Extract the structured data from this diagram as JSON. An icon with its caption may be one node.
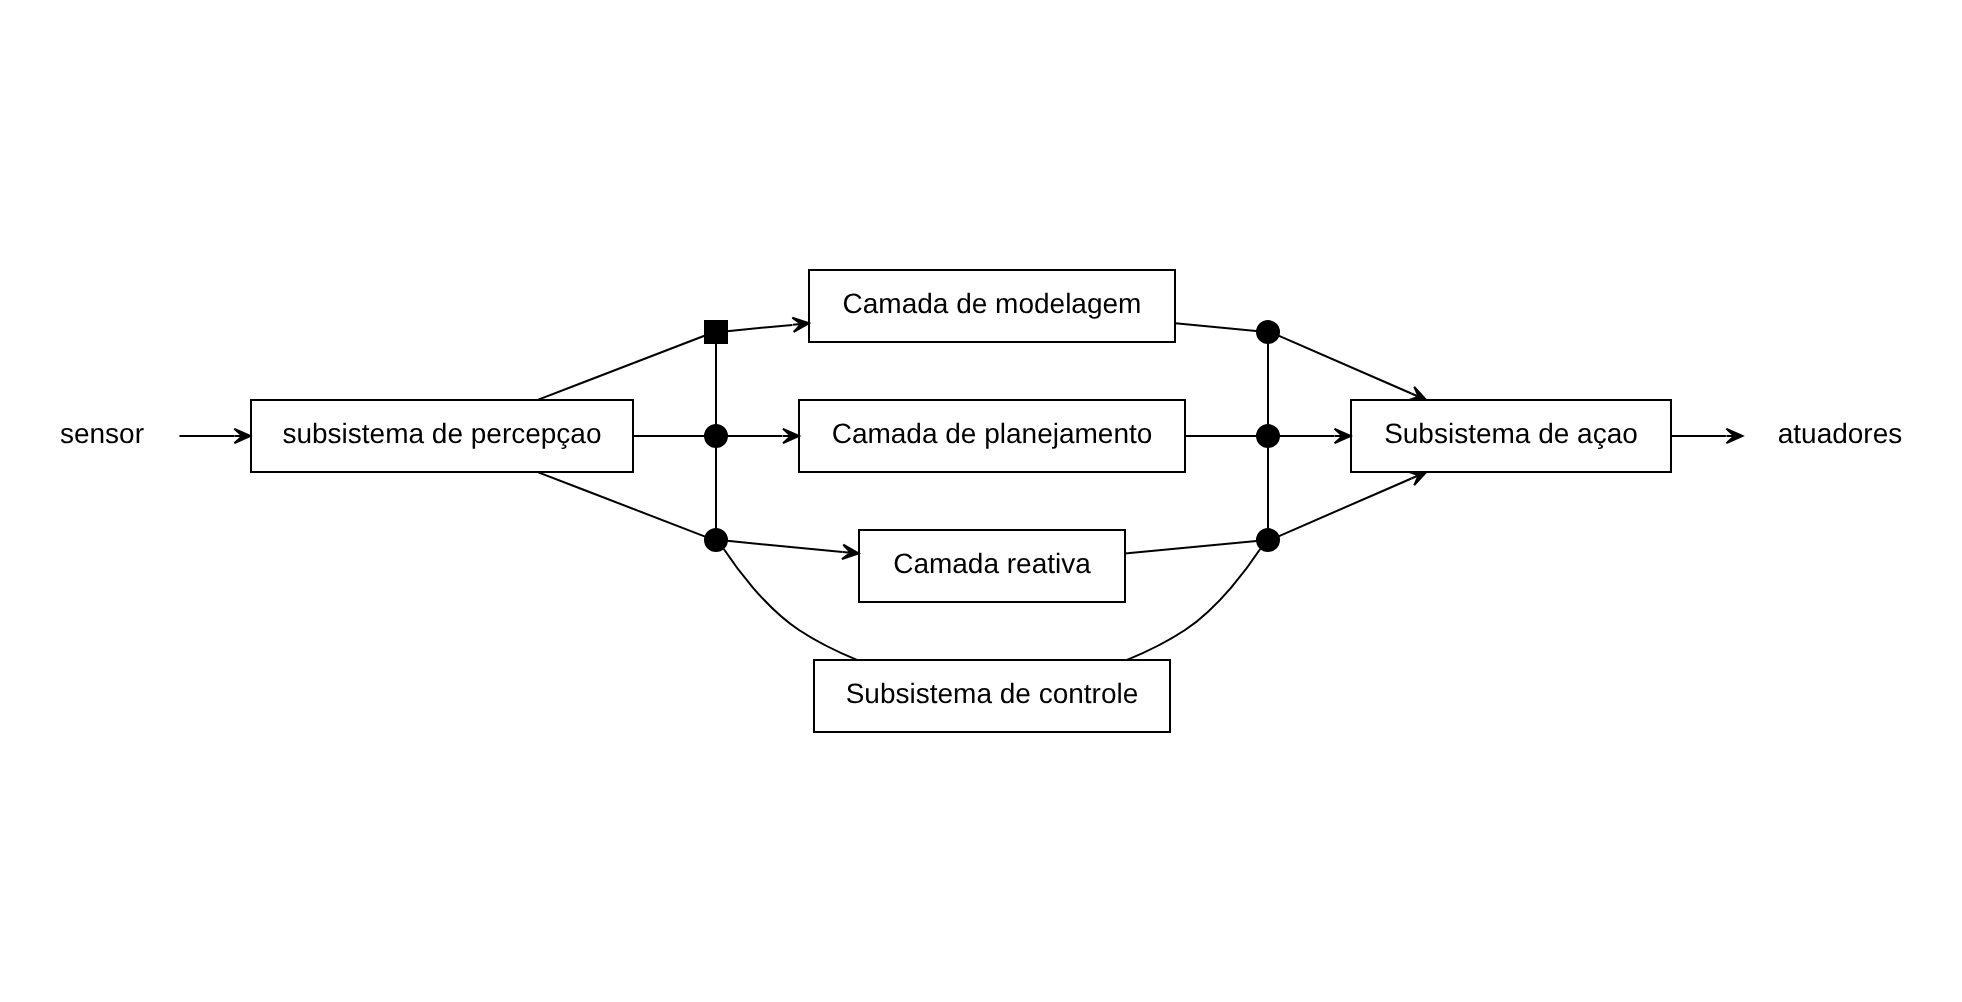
{
  "diagram": {
    "nodes": [
      {
        "text": [
          "sensor"
        ]
      },
      {
        "text": [
          "subsistema de percepçao"
        ]
      },
      {
        "text": [
          "Camada de modelagem"
        ]
      },
      {
        "text": [
          "Camada de planejamento"
        ]
      },
      {
        "text": [
          "Camada reativa"
        ]
      },
      {
        "text": [
          "Subsistema de açao"
        ]
      },
      {
        "text": [
          "atuadores"
        ]
      },
      {
        "text": [
          "Subsistema de controle"
        ]
      },
      {
        "text": [],
        "shape": "box"
      },
      {
        "text": [],
        "shape": "circle"
      },
      {
        "text": [],
        "shape": "circle"
      },
      {
        "text": [],
        "shape": "circle"
      },
      {
        "text": [],
        "shape": "circle"
      },
      {
        "text": [],
        "shape": "circle"
      }
    ],
    "edges": [
      {
        "from": 0,
        "to": 1,
        "arrow": "to"
      },
      {
        "from": 1,
        "to": 8,
        "arrow": "none"
      },
      {
        "from": 8,
        "to": 2,
        "arrow": "to"
      },
      {
        "from": 1,
        "to": 9,
        "arrow": "none"
      },
      {
        "from": 9,
        "to": 3,
        "arrow": "to"
      },
      {
        "from": 1,
        "to": 10,
        "arrow": "none"
      },
      {
        "from": 10,
        "to": 4,
        "arrow": "to"
      },
      {
        "from": 2,
        "to": 11,
        "arrow": "none"
      },
      {
        "from": 11,
        "to": 5,
        "arrow": "to"
      },
      {
        "from": 3,
        "to": 12,
        "arrow": "none"
      },
      {
        "from": 12,
        "to": 5,
        "arrow": "to"
      },
      {
        "from": 4,
        "to": 13,
        "arrow": "none"
      },
      {
        "from": 13,
        "to": 5,
        "arrow": "to"
      },
      {
        "from": 5,
        "to": 6,
        "arrow": "to"
      },
      {
        "from": 8,
        "to": 9,
        "arrow": "none"
      },
      {
        "from": 9,
        "to": 10,
        "arrow": "none"
      },
      {
        "from": 10,
        "to": 7,
        "arrow": "none"
      },
      {
        "from": 11,
        "to": 12,
        "arrow": "none"
      },
      {
        "from": 12,
        "to": 13,
        "arrow": "none"
      },
      {
        "from": 13,
        "to": 7,
        "arrow": "none"
      }
    ]
  }
}
